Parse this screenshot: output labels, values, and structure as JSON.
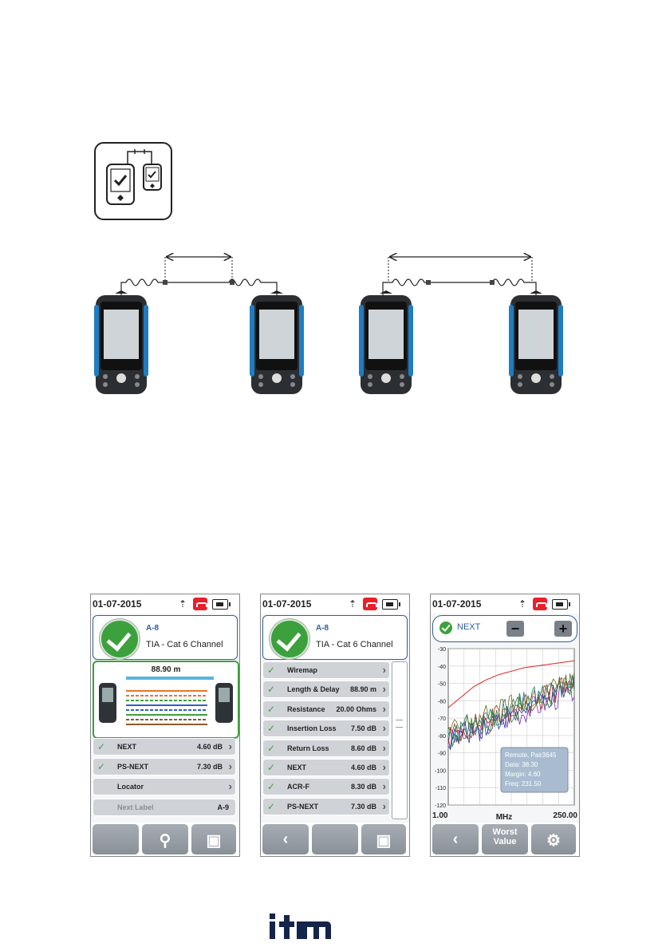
{
  "screens": [
    {
      "status": {
        "date": "01-07-2015"
      },
      "header": {
        "label": "A-8",
        "standard": "TIA - Cat 6 Channel"
      },
      "wiremap": {
        "length": "88.90 m"
      },
      "rows": [
        {
          "label": "NEXT",
          "value": "4.60 dB",
          "pass": true
        },
        {
          "label": "PS-NEXT",
          "value": "7.30 dB",
          "pass": true
        },
        {
          "label": "Locator",
          "value": "",
          "pass": false
        },
        {
          "label": "Next Label",
          "value": "A-9",
          "pass": false
        }
      ]
    },
    {
      "status": {
        "date": "01-07-2015"
      },
      "header": {
        "label": "A-8",
        "standard": "TIA - Cat 6 Channel"
      },
      "rows": [
        {
          "label": "Wiremap",
          "value": ""
        },
        {
          "label": "Length & Delay",
          "value": "88.90 m"
        },
        {
          "label": "Resistance",
          "value": "20.00 Ohms"
        },
        {
          "label": "Insertion Loss",
          "value": "7.50 dB"
        },
        {
          "label": "Return Loss",
          "value": "8.60 dB"
        },
        {
          "label": "NEXT",
          "value": "4.60 dB"
        },
        {
          "label": "ACR-F",
          "value": "8.30 dB"
        },
        {
          "label": "PS-NEXT",
          "value": "7.30 dB"
        }
      ]
    },
    {
      "status": {
        "date": "01-07-2015"
      },
      "graph": {
        "title": "NEXT",
        "x_min": "1.00",
        "x_unit": "MHz",
        "x_max": "250.00",
        "y_ticks": [
          "-30",
          "-40",
          "-50",
          "-60",
          "-70",
          "-80",
          "-90",
          "-100",
          "-110",
          "-120"
        ],
        "tooltip": [
          "Remote, Pair3645",
          "Data: 38.30",
          "Margin: 4.60",
          "Freq: 231.50"
        ]
      },
      "toolbar": {
        "worst_line1": "Worst",
        "worst_line2": "Value"
      }
    }
  ],
  "colors": {
    "pass_green": "#3ca13c",
    "accent_blue": "#2f5f9e",
    "device_blue": "#1f7cc0",
    "alarm_red": "#e8202a"
  },
  "chart_data": {
    "type": "line",
    "title": "NEXT",
    "xlabel": "MHz",
    "xlim": [
      1.0,
      250.0
    ],
    "ylim": [
      -120,
      -30
    ],
    "series": [
      {
        "values": [
          -64,
          -58,
          -52,
          -48,
          -45,
          -43,
          -41,
          -40,
          -39,
          -38,
          -37
        ]
      }
    ],
    "annotation": [
      "Remote, Pair3645",
      "Data: 38.30",
      "Margin: 4.60",
      "Freq: 231.50"
    ]
  }
}
